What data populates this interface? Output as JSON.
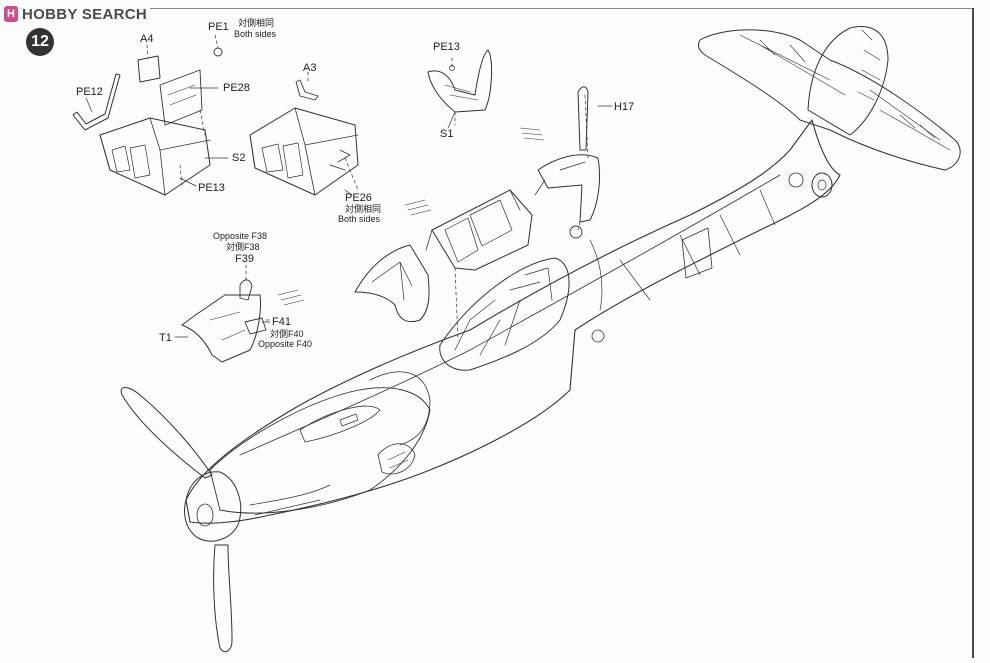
{
  "logo": {
    "mark": "H",
    "text": "HOBBY SEARCH"
  },
  "step_number": "12",
  "labels": {
    "pe1": "PE1",
    "pe1_jp": "対側相同",
    "pe1_en": "Both sides",
    "a4": "A4",
    "pe28": "PE28",
    "pe12": "PE12",
    "s2": "S2",
    "pe13_left": "PE13",
    "a3": "A3",
    "pe26": "PE26",
    "pe26_jp": "対側相同",
    "pe26_en": "Both sides",
    "pe13_top": "PE13",
    "s1": "S1",
    "h17": "H17",
    "f38_en": "Opposite F38",
    "f38_jp": "対側F38",
    "f39": "F39",
    "t1": "T1",
    "f41": "F41",
    "f40_jp": "対側F40",
    "f40_en": "Opposite F40"
  },
  "colors": {
    "line": "#333333",
    "logo_accent": "#d14a8a",
    "step_bg": "#333333"
  }
}
